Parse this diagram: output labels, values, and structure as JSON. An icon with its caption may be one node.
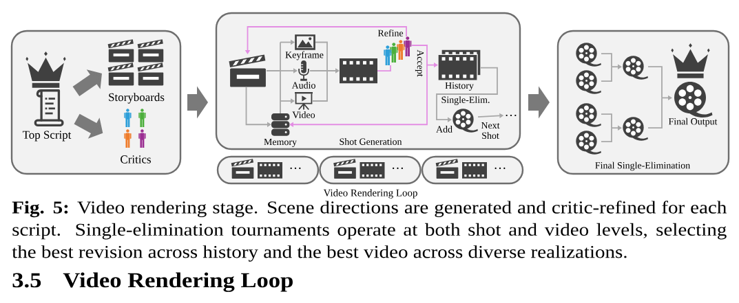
{
  "diagram": {
    "caption": "**Fig. 5:** Video rendering stage. Scene directions are generated and critic-refined for each script. Single-elimination tournaments operate at both shot and video levels, selecting the best revision across history and the best video across diverse realizations.",
    "nodes": [
      {
        "text": [],
        "shape": "box"
      },
      {
        "text": [
          "Top Script"
        ],
        "in": 0
      },
      {
        "text": [
          "Storyboards"
        ],
        "in": 0
      },
      {
        "text": [
          "Critics"
        ],
        "in": 0
      },
      {
        "text": [
          "Shot Generation"
        ]
      },
      {
        "text": [],
        "shape": "picture",
        "in": 4
      },
      {
        "text": [
          "Keyframe"
        ],
        "in": 4
      },
      {
        "text": [
          "Audio"
        ],
        "in": 4
      },
      {
        "text": [
          "Video"
        ],
        "in": 4
      },
      {
        "text": [
          "Memory"
        ],
        "in": 4
      },
      {
        "text": [],
        "shape": "picture",
        "in": 4
      },
      {
        "text": [],
        "shape": "picture",
        "in": 4
      },
      {
        "text": [
          "History"
        ],
        "in": 4
      },
      {
        "text": [
          "Single-Elim."
        ],
        "in": 4
      },
      {
        "text": [
          "…"
        ],
        "in": 4
      },
      {
        "text": [
          "…"
        ]
      },
      {
        "text": [
          "…"
        ]
      },
      {
        "text": [
          "…"
        ]
      },
      {
        "text": [
          "Final Single-Elimination"
        ]
      },
      {
        "text": [],
        "shape": "picture",
        "in": 18
      },
      {
        "text": [],
        "shape": "picture",
        "in": 18
      },
      {
        "text": [],
        "shape": "picture",
        "in": 18
      },
      {
        "text": [],
        "shape": "picture",
        "in": 18
      },
      {
        "text": [],
        "shape": "picture",
        "in": 18
      },
      {
        "text": [],
        "shape": "picture",
        "in": 18
      },
      {
        "text": [
          "Final Output"
        ],
        "in": 18
      }
    ],
    "edges": [
      {
        "from": 1,
        "to": 2,
        "arrow": "to",
        "style": "thick",
        "color": "#7a7a7a"
      },
      {
        "from": 1,
        "to": 3,
        "arrow": "to",
        "style": "thick",
        "color": "#7a7a7a"
      },
      {
        "from": 0,
        "to": 4,
        "arrow": "to",
        "style": "thick",
        "color": "#7a7a7a"
      },
      {
        "from": 4,
        "to": 18,
        "arrow": "to",
        "style": "thick",
        "color": "#7a7a7a"
      },
      {
        "from": 5,
        "to": 6,
        "arrow": "to"
      },
      {
        "from": 5,
        "to": 7,
        "arrow": "to"
      },
      {
        "from": 5,
        "to": 8,
        "arrow": "to"
      },
      {
        "from": 9,
        "to": 6,
        "arrow": "to"
      },
      {
        "from": 9,
        "to": 7,
        "arrow": "to"
      },
      {
        "from": 9,
        "to": 8,
        "arrow": "to"
      },
      {
        "from": 5,
        "to": 9,
        "arrow": "to"
      },
      {
        "from": 6,
        "to": 10,
        "arrow": "to"
      },
      {
        "from": 7,
        "to": 10,
        "arrow": "to"
      },
      {
        "from": 8,
        "to": 10,
        "arrow": "to"
      },
      {
        "from": 10,
        "to": 11,
        "arrow": "none",
        "color": "#e38ee3"
      },
      {
        "from": 11,
        "to": 5,
        "arrow": "to",
        "label": "Refine",
        "color": "#e38ee3"
      },
      {
        "from": 11,
        "to": 12,
        "arrow": "to",
        "label": "Accept",
        "color": "#e38ee3"
      },
      {
        "from": 11,
        "to": 9,
        "arrow": "to",
        "color": "#e38ee3"
      },
      {
        "from": 12,
        "to": 13,
        "arrow": "to",
        "label": "Add"
      },
      {
        "from": 13,
        "to": 14,
        "arrow": "to",
        "label": "Next Shot"
      },
      {
        "from": 19,
        "to": 23,
        "arrow": "to"
      },
      {
        "from": 20,
        "to": 23,
        "arrow": "to"
      },
      {
        "from": 21,
        "to": 24,
        "arrow": "to"
      },
      {
        "from": 22,
        "to": 24,
        "arrow": "to"
      },
      {
        "from": 23,
        "to": 25,
        "arrow": "to"
      },
      {
        "from": 24,
        "to": 25,
        "arrow": "to"
      }
    ],
    "labels": [
      "Video Rendering Loop",
      "3.5 Video Rendering Loop"
    ]
  }
}
